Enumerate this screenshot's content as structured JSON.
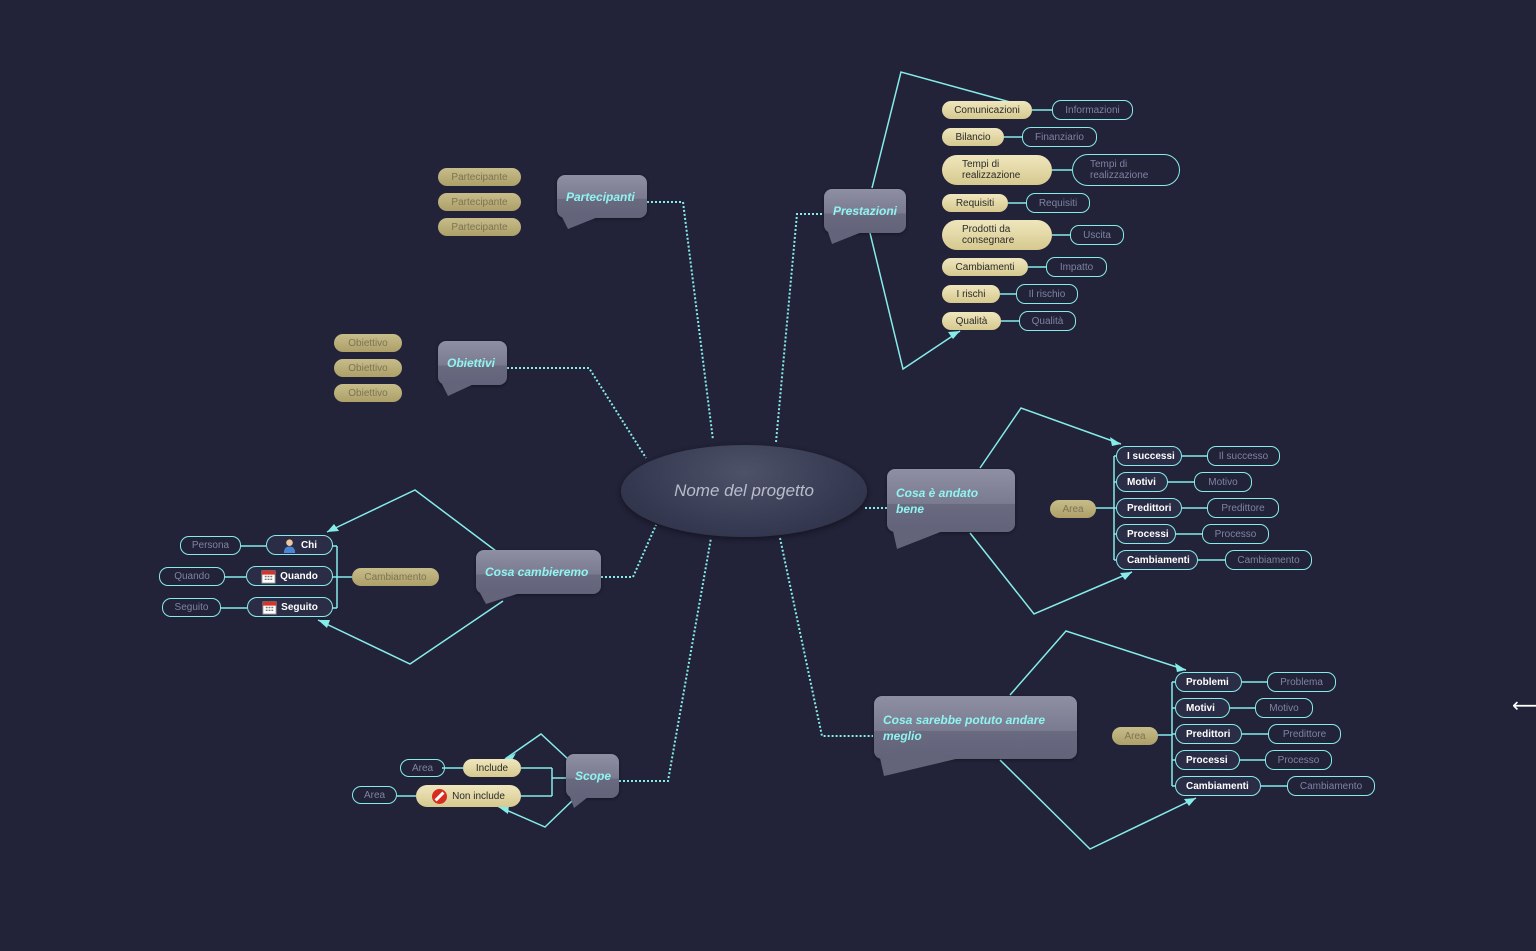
{
  "center": "Nome del progetto",
  "partecipanti": {
    "title": "Partecipanti",
    "items": [
      "Partecipante",
      "Partecipante",
      "Partecipante"
    ]
  },
  "obiettivi": {
    "title": "Obiettivi",
    "items": [
      "Obiettivo",
      "Obiettivo",
      "Obiettivo"
    ]
  },
  "cambieremo": {
    "title": "Cosa cambieremo",
    "hub": "Cambiamento",
    "rows": [
      {
        "label": "Chi",
        "icon": "person-icon",
        "value": "Persona"
      },
      {
        "label": "Quando",
        "icon": "calendar-icon",
        "value": "Quando"
      },
      {
        "label": "Seguito",
        "icon": "calendar-icon",
        "value": "Seguito"
      }
    ]
  },
  "scope": {
    "title": "Scope",
    "rows": [
      {
        "label": "Include",
        "value": "Area"
      },
      {
        "label": "Non include",
        "value": "Area",
        "icon": "no-entry-icon"
      }
    ]
  },
  "prestazioni": {
    "title": "Prestazioni",
    "rows": [
      {
        "label": "Comunicazioni",
        "value": "Informazioni"
      },
      {
        "label": "Bilancio",
        "value": "Finanziario"
      },
      {
        "label": "Tempi di realizzazione",
        "value": "Tempi di realizzazione"
      },
      {
        "label": "Requisiti",
        "value": "Requisiti"
      },
      {
        "label": "Prodotti da consegnare",
        "value": "Uscita"
      },
      {
        "label": "Cambiamenti",
        "value": "Impatto"
      },
      {
        "label": "I rischi",
        "value": "Il rischio"
      },
      {
        "label": "Qualità",
        "value": "Qualità"
      }
    ]
  },
  "andato_bene": {
    "title": "Cosa è andato bene",
    "hub": "Area",
    "rows": [
      {
        "label": "I successi",
        "value": "Il successo"
      },
      {
        "label": "Motivi",
        "value": "Motivo"
      },
      {
        "label": "Predittori",
        "value": "Predittore"
      },
      {
        "label": "Processi",
        "value": "Processo"
      },
      {
        "label": "Cambiamenti",
        "value": "Cambiamento"
      }
    ]
  },
  "meglio": {
    "title": "Cosa sarebbe potuto andare meglio",
    "hub": "Area",
    "rows": [
      {
        "label": "Problemi",
        "value": "Problema"
      },
      {
        "label": "Motivi",
        "value": "Motivo"
      },
      {
        "label": "Predittori",
        "value": "Predittore"
      },
      {
        "label": "Processi",
        "value": "Processo"
      },
      {
        "label": "Cambiamenti",
        "value": "Cambiamento"
      }
    ]
  },
  "colors": {
    "background": "#222238",
    "line": "#86ecea",
    "bubble_text": "#8ff4f0",
    "pill": "#efe6bd"
  }
}
